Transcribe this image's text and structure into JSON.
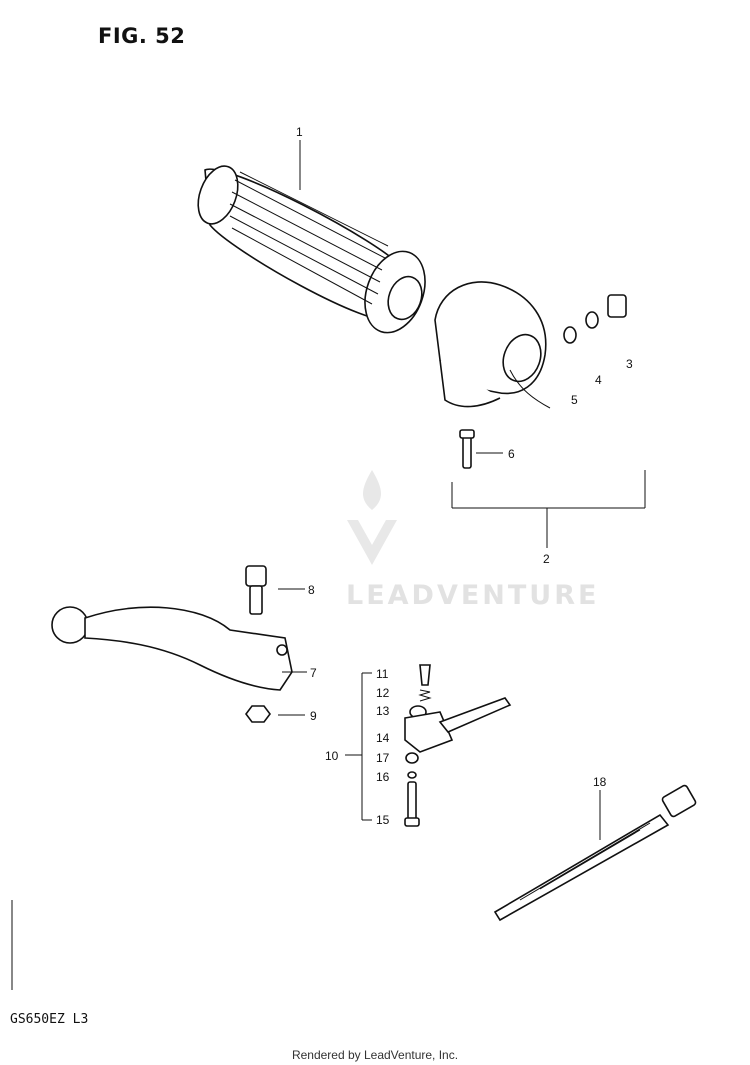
{
  "figure": {
    "title": "FIG. 52",
    "model_code": "GS650EZ  L3"
  },
  "footer": {
    "text": "Rendered by LeadVenture, Inc."
  },
  "watermark": {
    "text": "LEADVENTURE"
  },
  "callouts": {
    "c1": "1",
    "c2": "2",
    "c3": "3",
    "c4": "4",
    "c5": "5",
    "c6": "6",
    "c7": "7",
    "c8": "8",
    "c9": "9",
    "c10": "10",
    "c11": "11",
    "c12": "12",
    "c13": "13",
    "c14": "14",
    "c15": "15",
    "c16": "16",
    "c17": "17",
    "c18": "18"
  },
  "colors": {
    "ink": "#111111",
    "watermark": "#e2e2e2"
  }
}
